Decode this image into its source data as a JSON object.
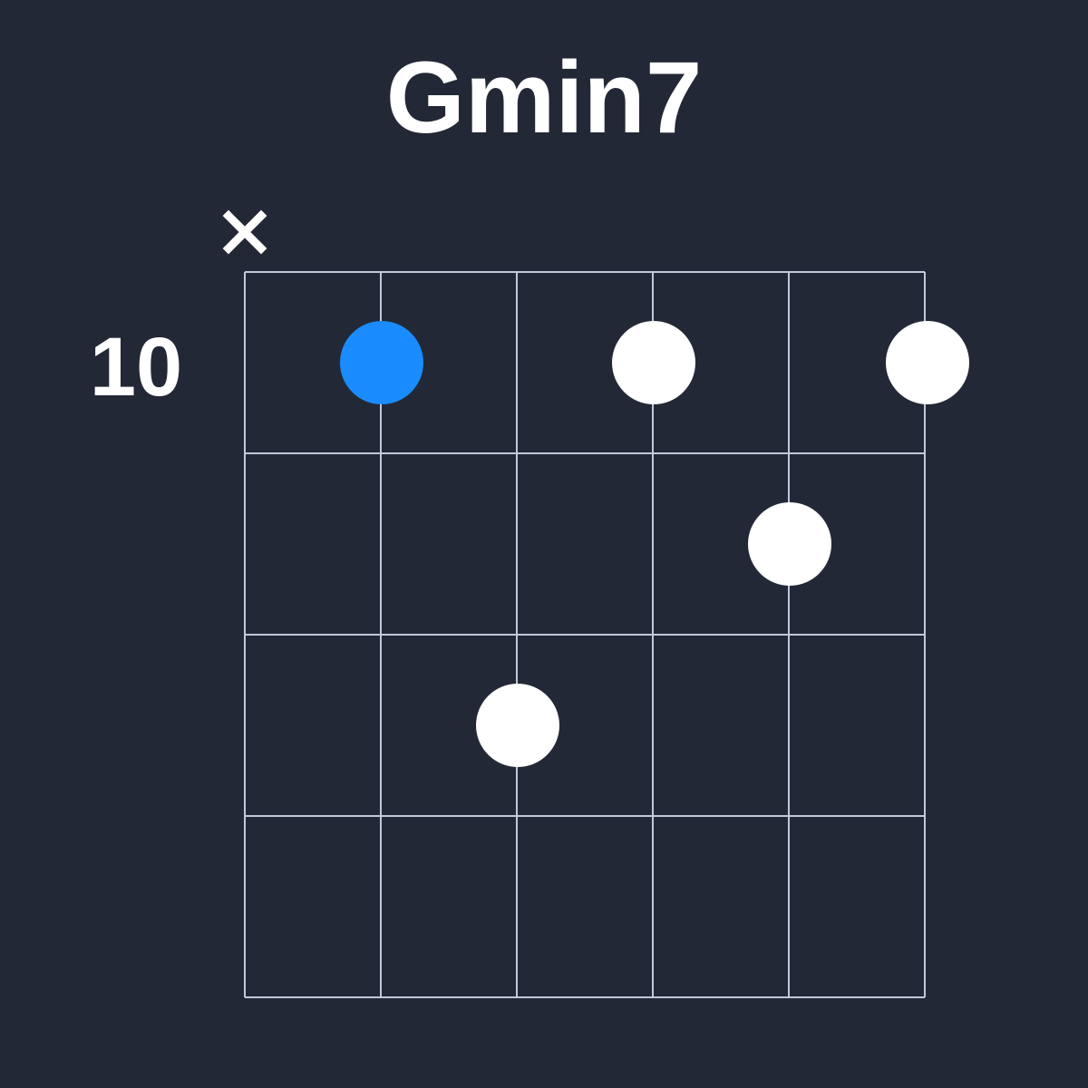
{
  "chord": {
    "name": "Gmin7",
    "start_fret": "10",
    "strings": 6,
    "frets_shown": 4,
    "muted_strings": [
      1
    ],
    "fingers": [
      {
        "string": 2,
        "fret": 1,
        "root": true
      },
      {
        "string": 4,
        "fret": 1,
        "root": false
      },
      {
        "string": 6,
        "fret": 1,
        "root": false
      },
      {
        "string": 5,
        "fret": 2,
        "root": false
      },
      {
        "string": 3,
        "fret": 3,
        "root": false
      }
    ]
  },
  "colors": {
    "background": "#232836",
    "grid": "#c3c8db",
    "dot": "#ffffff",
    "root_dot": "#1a8cff",
    "text": "#ffffff"
  },
  "icons": {
    "muted": "x-icon"
  }
}
